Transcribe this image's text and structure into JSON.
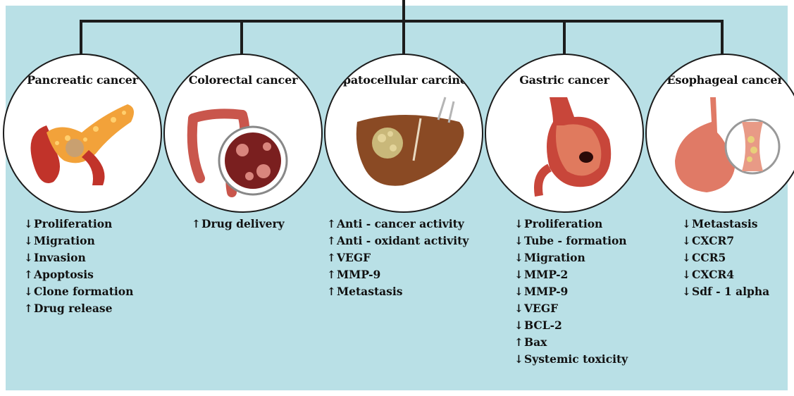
{
  "colors": {
    "background": "#b9e0e6",
    "line": "#1c1c1c",
    "text": "#111111"
  },
  "cancers": [
    {
      "name": "Pancreatic cancer",
      "icon": "pancreas-icon",
      "effects": [
        {
          "arrow": "↓",
          "text": "Proliferation"
        },
        {
          "arrow": "↓",
          "text": "Migration"
        },
        {
          "arrow": "↓",
          "text": "Invasion"
        },
        {
          "arrow": "↑",
          "text": "Apoptosis"
        },
        {
          "arrow": "↓",
          "text": "Clone formation"
        },
        {
          "arrow": "↑",
          "text": "Drug release"
        }
      ]
    },
    {
      "name": "Colorectal cancer",
      "icon": "colon-icon",
      "effects": [
        {
          "arrow": "↑",
          "text": "Drug delivery"
        }
      ]
    },
    {
      "name": "Hepatocellular carcinoma",
      "icon": "liver-icon",
      "effects": [
        {
          "arrow": "↑",
          "text": "Anti - cancer activity"
        },
        {
          "arrow": "↑",
          "text": "Anti - oxidant activity"
        },
        {
          "arrow": "↑",
          "text": "VEGF"
        },
        {
          "arrow": "↑",
          "text": "MMP-9"
        },
        {
          "arrow": "↑",
          "text": "Metastasis"
        }
      ]
    },
    {
      "name": "Gastric cancer",
      "icon": "stomach-icon",
      "effects": [
        {
          "arrow": "↓",
          "text": "Proliferation"
        },
        {
          "arrow": "↓",
          "text": "Tube - formation"
        },
        {
          "arrow": "↓",
          "text": "Migration"
        },
        {
          "arrow": "↓",
          "text": "MMP-2"
        },
        {
          "arrow": "↓",
          "text": "MMP-9"
        },
        {
          "arrow": "↓",
          "text": "VEGF"
        },
        {
          "arrow": "↓",
          "text": "BCL-2"
        },
        {
          "arrow": "↑",
          "text": "Bax"
        },
        {
          "arrow": "↓",
          "text": "Systemic toxicity"
        }
      ]
    },
    {
      "name": "Esophageal cancer",
      "icon": "esophagus-icon",
      "effects": [
        {
          "arrow": "↓",
          "text": "Metastasis"
        },
        {
          "arrow": "↓",
          "text": "CXCR7"
        },
        {
          "arrow": "↓",
          "text": "CCR5"
        },
        {
          "arrow": "↓",
          "text": "CXCR4"
        },
        {
          "arrow": "↓",
          "text": "Sdf - 1 alpha"
        }
      ]
    }
  ]
}
